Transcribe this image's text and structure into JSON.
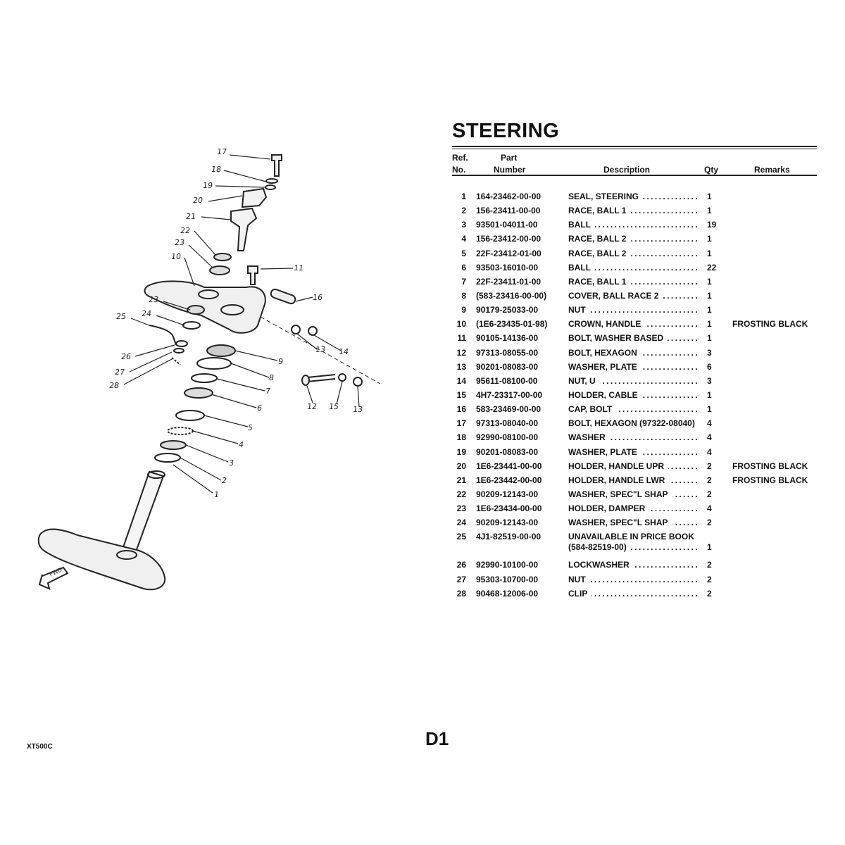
{
  "page": {
    "title": "STEERING",
    "model": "XT500C",
    "page_number": "D1"
  },
  "table": {
    "headers": {
      "ref_top": "Ref.",
      "ref_bottom": "No.",
      "part_top": "Part",
      "part_bottom": "Number",
      "description": "Description",
      "qty": "Qty",
      "remarks": "Remarks"
    },
    "rows": [
      {
        "ref": "1",
        "part": "164-23462-00-00",
        "desc": "SEAL, STEERING",
        "qty": "1",
        "remarks": ""
      },
      {
        "ref": "2",
        "part": "156-23411-00-00",
        "desc": "RACE, BALL 1",
        "qty": "1",
        "remarks": ""
      },
      {
        "ref": "3",
        "part": "93501-04011-00",
        "desc": "BALL",
        "qty": "19",
        "remarks": ""
      },
      {
        "ref": "4",
        "part": "156-23412-00-00",
        "desc": "RACE, BALL 2",
        "qty": "1",
        "remarks": ""
      },
      {
        "ref": "5",
        "part": "22F-23412-01-00",
        "desc": "RACE, BALL 2",
        "qty": "1",
        "remarks": ""
      },
      {
        "ref": "6",
        "part": "93503-16010-00",
        "desc": "BALL",
        "qty": "22",
        "remarks": ""
      },
      {
        "ref": "7",
        "part": "22F-23411-01-00",
        "desc": "RACE, BALL 1",
        "qty": "1",
        "remarks": ""
      },
      {
        "ref": "8",
        "part": "(583-23416-00-00)",
        "desc": "COVER, BALL RACE 2",
        "qty": "1",
        "remarks": ""
      },
      {
        "ref": "9",
        "part": "90179-25033-00",
        "desc": "NUT",
        "qty": "1",
        "remarks": ""
      },
      {
        "ref": "10",
        "part": "(1E6-23435-01-98)",
        "desc": "CROWN, HANDLE",
        "qty": "1",
        "remarks": "FROSTING BLACK"
      },
      {
        "ref": "11",
        "part": "90105-14136-00",
        "desc": "BOLT, WASHER BASED",
        "qty": "1",
        "remarks": ""
      },
      {
        "ref": "12",
        "part": "97313-08055-00",
        "desc": "BOLT, HEXAGON",
        "qty": "3",
        "remarks": ""
      },
      {
        "ref": "13",
        "part": "90201-08083-00",
        "desc": "WASHER, PLATE",
        "qty": "6",
        "remarks": ""
      },
      {
        "ref": "14",
        "part": "95611-08100-00",
        "desc": "NUT, U",
        "qty": "3",
        "remarks": ""
      },
      {
        "ref": "15",
        "part": "4H7-23317-00-00",
        "desc": "HOLDER, CABLE",
        "qty": "1",
        "remarks": ""
      },
      {
        "ref": "16",
        "part": "583-23469-00-00",
        "desc": "CAP, BOLT",
        "qty": "1",
        "remarks": ""
      },
      {
        "ref": "17",
        "part": "97313-08040-00",
        "desc": "BOLT, HEXAGON (97322-08040)",
        "qty": "4",
        "remarks": ""
      },
      {
        "ref": "18",
        "part": "92990-08100-00",
        "desc": "WASHER",
        "qty": "4",
        "remarks": ""
      },
      {
        "ref": "19",
        "part": "90201-08083-00",
        "desc": "WASHER, PLATE",
        "qty": "4",
        "remarks": ""
      },
      {
        "ref": "20",
        "part": "1E6-23441-00-00",
        "desc": "HOLDER, HANDLE UPR",
        "qty": "2",
        "remarks": "FROSTING BLACK"
      },
      {
        "ref": "21",
        "part": "1E6-23442-00-00",
        "desc": "HOLDER, HANDLE LWR",
        "qty": "2",
        "remarks": "FROSTING BLACK"
      },
      {
        "ref": "22",
        "part": "90209-12143-00",
        "desc": "WASHER, SPEC\"L SHAP",
        "qty": "2",
        "remarks": ""
      },
      {
        "ref": "23",
        "part": "1E6-23434-00-00",
        "desc": "HOLDER, DAMPER",
        "qty": "4",
        "remarks": ""
      },
      {
        "ref": "24",
        "part": "90209-12143-00",
        "desc": "WASHER, SPEC\"L SHAP",
        "qty": "2",
        "remarks": ""
      },
      {
        "ref": "25",
        "part": "4J1-82519-00-00",
        "desc": "UNAVAILABLE IN PRICE BOOK",
        "desc2": "(584-82519-00)",
        "qty": "1",
        "remarks": ""
      },
      {
        "ref": "26",
        "part": "92990-10100-00",
        "desc": "LOCKWASHER",
        "qty": "2",
        "remarks": ""
      },
      {
        "ref": "27",
        "part": "95303-10700-00",
        "desc": "NUT",
        "qty": "2",
        "remarks": ""
      },
      {
        "ref": "28",
        "part": "90468-12006-00",
        "desc": "CLIP",
        "qty": "2",
        "remarks": ""
      }
    ]
  },
  "diagram": {
    "callouts": [
      "17",
      "18",
      "19",
      "20",
      "21",
      "22",
      "23",
      "10",
      "11",
      "16",
      "23",
      "24",
      "25",
      "13",
      "14",
      "9",
      "26",
      "27",
      "28",
      "8",
      "7",
      "6",
      "5",
      "4",
      "3",
      "2",
      "1",
      "12",
      "15",
      "13"
    ],
    "fwd_label": "FWD"
  }
}
